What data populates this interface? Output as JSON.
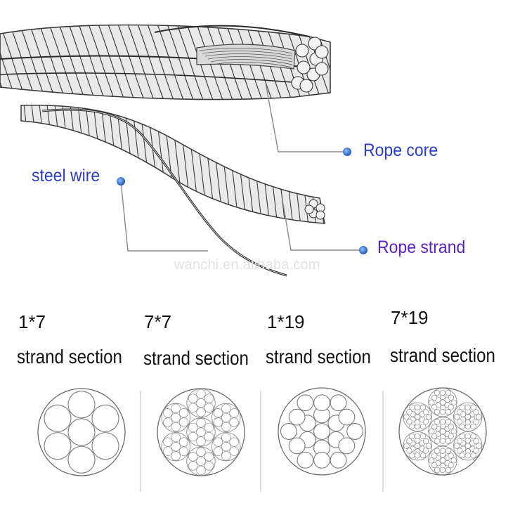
{
  "callouts": {
    "rope_core": "Rope core",
    "steel_wire": "steel wire",
    "rope_strand": "Rope strand"
  },
  "watermark": "wanchi.en.alibaba.com",
  "sections": [
    {
      "code": "1*7",
      "name": "strand section",
      "strands": 1,
      "wires_per_strand": 7
    },
    {
      "code": "7*7",
      "name": "strand section",
      "strands": 7,
      "wires_per_strand": 7
    },
    {
      "code": "1*19",
      "name": "strand section",
      "strands": 1,
      "wires_per_strand": 19
    },
    {
      "code": "7*19",
      "name": "strand section",
      "strands": 7,
      "wires_per_strand": 19
    }
  ],
  "colors": {
    "callout_blue": "#2a3cc8",
    "callout_purple": "#5a22c0",
    "leader_line": "#8a8a8a",
    "marker_dot": "#2f6fd6",
    "rope": "#3a3a3a"
  }
}
